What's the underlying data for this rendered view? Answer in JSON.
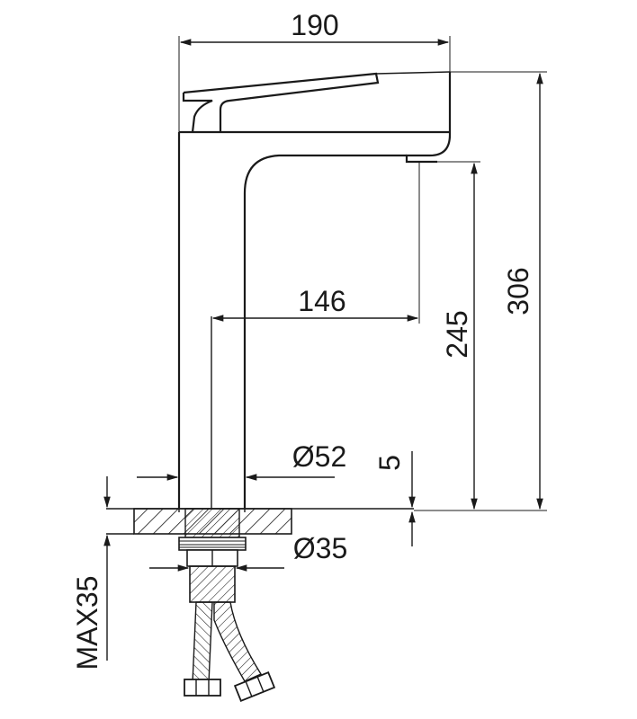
{
  "dimensions": {
    "width_top": "190",
    "spout_reach": "146",
    "spout_height": "245",
    "total_height": "306",
    "body_diameter": "Ø52",
    "base_gap": "5",
    "thread_diameter": "Ø35",
    "max_counter": "MAX35"
  }
}
